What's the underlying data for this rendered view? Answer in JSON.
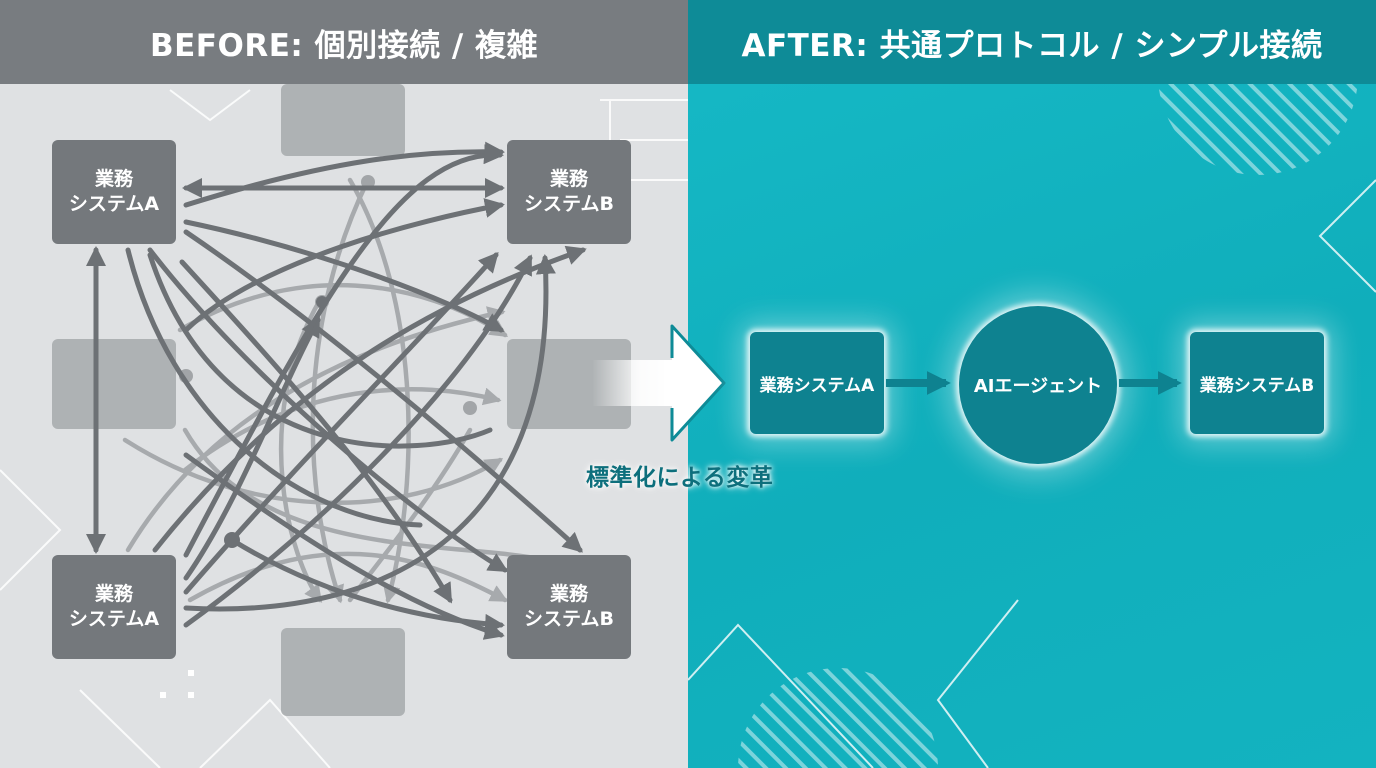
{
  "before": {
    "title": "BEFORE: 個別接続 / 複雑",
    "systems": [
      {
        "line1": "業務",
        "line2": "システムA"
      },
      {
        "line1": "業務",
        "line2": "システムB"
      },
      {
        "line1": "業務",
        "line2": "システムA"
      },
      {
        "line1": "業務",
        "line2": "システムB"
      }
    ]
  },
  "after": {
    "title": "AFTER: 共通プロトコル / シンプル接続",
    "system_a": "業務システムA",
    "agent": "AIエージェント",
    "system_b": "業務システムB"
  },
  "transition_label": "標準化による変革",
  "colors": {
    "before_bg": "#dfe1e3",
    "before_header": "#787c80",
    "system_box": "#74787c",
    "after_bg": "#12b3c0",
    "after_header": "#0e8b97",
    "after_node": "#0e8290",
    "caption_text": "#0d6f7c"
  }
}
